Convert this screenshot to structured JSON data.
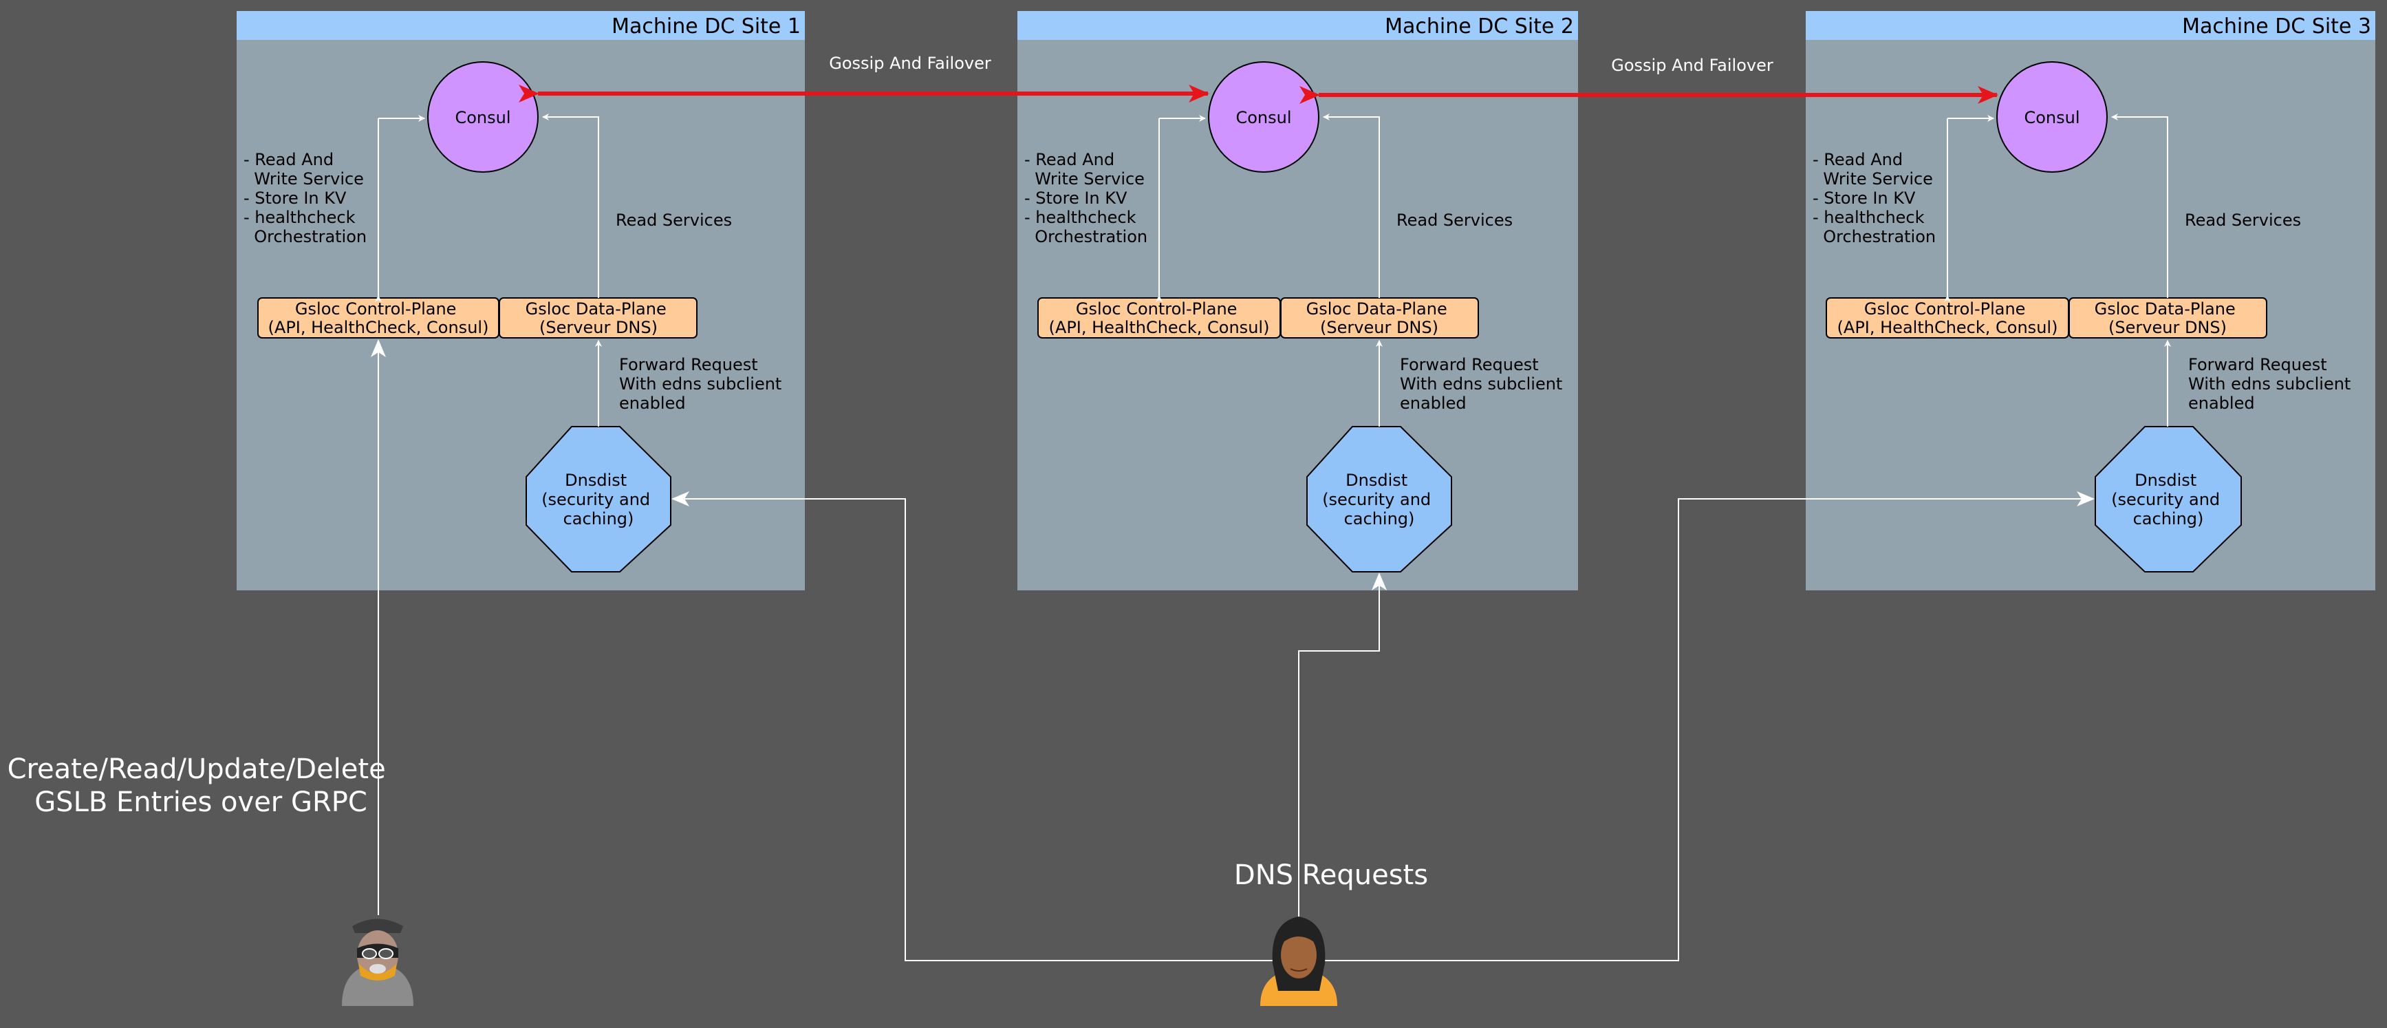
{
  "sites": [
    {
      "title": "Machine DC Site 1",
      "consul": "Consul",
      "control_plane": [
        "Gsloc Control-Plane",
        "(API, HealthCheck, Consul)"
      ],
      "data_plane": [
        "Gsloc Data-Plane",
        "(Serveur DNS)"
      ],
      "dnsdist": [
        "Dnsdist",
        "(security and",
        "caching)"
      ],
      "control_notes": [
        "- Read And",
        "  Write Service",
        "- Store In KV",
        "- healthcheck",
        "  Orchestration"
      ],
      "read_services": "Read Services",
      "forward_request": [
        "Forward Request",
        "With edns subclient",
        "enabled"
      ]
    },
    {
      "title": "Machine DC Site 2",
      "consul": "Consul",
      "control_plane": [
        "Gsloc Control-Plane",
        "(API, HealthCheck, Consul)"
      ],
      "data_plane": [
        "Gsloc Data-Plane",
        "(Serveur DNS)"
      ],
      "dnsdist": [
        "Dnsdist",
        "(security and",
        "caching)"
      ],
      "control_notes": [
        "- Read And",
        "  Write Service",
        "- Store In KV",
        "- healthcheck",
        "  Orchestration"
      ],
      "read_services": "Read Services",
      "forward_request": [
        "Forward Request",
        "With edns subclient",
        "enabled"
      ]
    },
    {
      "title": "Machine DC Site 3",
      "consul": "Consul",
      "control_plane": [
        "Gsloc Control-Plane",
        "(API, HealthCheck, Consul)"
      ],
      "data_plane": [
        "Gsloc Data-Plane",
        "(Serveur DNS)"
      ],
      "dnsdist": [
        "Dnsdist",
        "(security and",
        "caching)"
      ],
      "control_notes": [
        "- Read And",
        "  Write Service",
        "- Store In KV",
        "- healthcheck",
        "  Orchestration"
      ],
      "read_services": "Read Services",
      "forward_request": [
        "Forward Request",
        "With edns subclient",
        "enabled"
      ]
    }
  ],
  "gossip_labels": [
    "Gossip And Failover",
    "Gossip And Failover"
  ],
  "admin_caption": [
    "Create/Read/Update/Delete",
    "GSLB Entries over GRPC"
  ],
  "dns_caption": "DNS Requests",
  "colors": {
    "background": "#585858",
    "site_box": "#93a3ae",
    "site_header": "#9dcbfb",
    "consul": "#cf94ff",
    "plane_box": "#ffcc99",
    "dnsdist": "#92c3f8",
    "gossip": "#e8141b",
    "connector": "#ffffff"
  },
  "icons": [
    "admin-person-icon",
    "user-person-icon"
  ]
}
